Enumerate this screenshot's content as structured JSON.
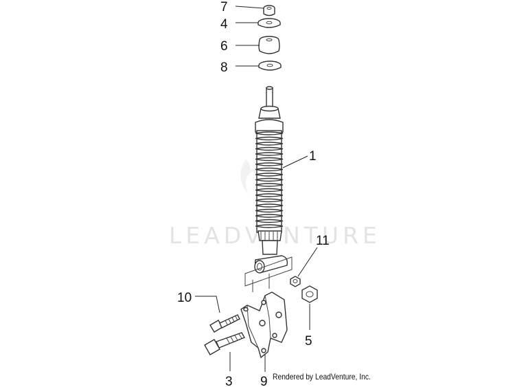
{
  "watermark": {
    "text": "LEADVENTURE"
  },
  "callouts": [
    {
      "id": "c7",
      "label": "7"
    },
    {
      "id": "c4",
      "label": "4"
    },
    {
      "id": "c6",
      "label": "6"
    },
    {
      "id": "c8",
      "label": "8"
    },
    {
      "id": "c1",
      "label": "1"
    },
    {
      "id": "c11",
      "label": "11"
    },
    {
      "id": "c10",
      "label": "10"
    },
    {
      "id": "c5",
      "label": "5"
    },
    {
      "id": "c3",
      "label": "3"
    },
    {
      "id": "c9",
      "label": "9"
    }
  ],
  "credit": "Rendered by LeadVenture, Inc."
}
